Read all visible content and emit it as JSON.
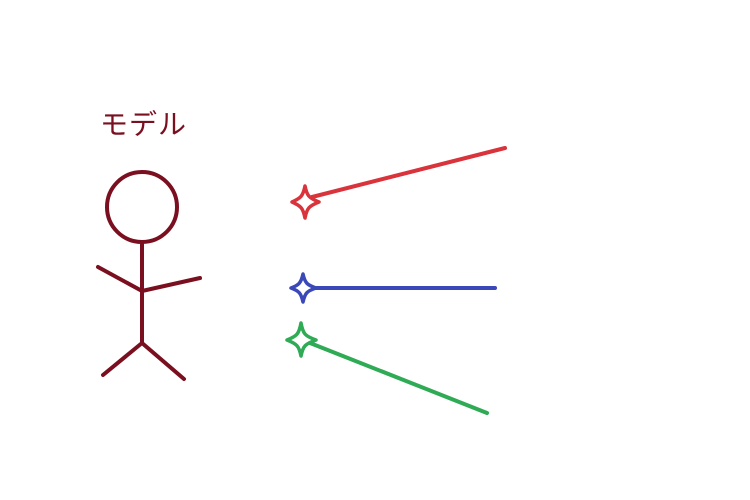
{
  "figure": {
    "label": "モデル",
    "colors": {
      "figure": "#7a0f1f",
      "red": "#d9333b",
      "blue": "#3a48b8",
      "green": "#2fab55",
      "background": "#ffffff"
    },
    "icons": {
      "figure": "stick-figure",
      "light": "four-point-sparkle",
      "ray": "line"
    }
  }
}
